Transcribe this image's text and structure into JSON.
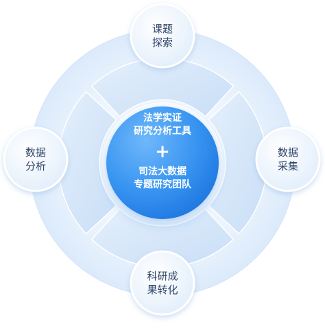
{
  "center": {
    "top_lines": [
      "法学实证",
      "研究分析工具"
    ],
    "plus": "+",
    "bottom_lines": [
      "司法大数据",
      "专题研究团队"
    ]
  },
  "satellites": {
    "top": [
      "课题",
      "探索"
    ],
    "left": [
      "数据",
      "分析"
    ],
    "right": [
      "数据",
      "采集"
    ],
    "bottom": [
      "科研成",
      "果转化"
    ]
  },
  "colors": {
    "center_start": "#5aaaf6",
    "center_end": "#1f7fe8",
    "ring_outer": "#e6f1fc",
    "ring_segment": "#d2e5f8",
    "satellite_fill": "#eef5fd",
    "text_dark": "#2f4468"
  }
}
